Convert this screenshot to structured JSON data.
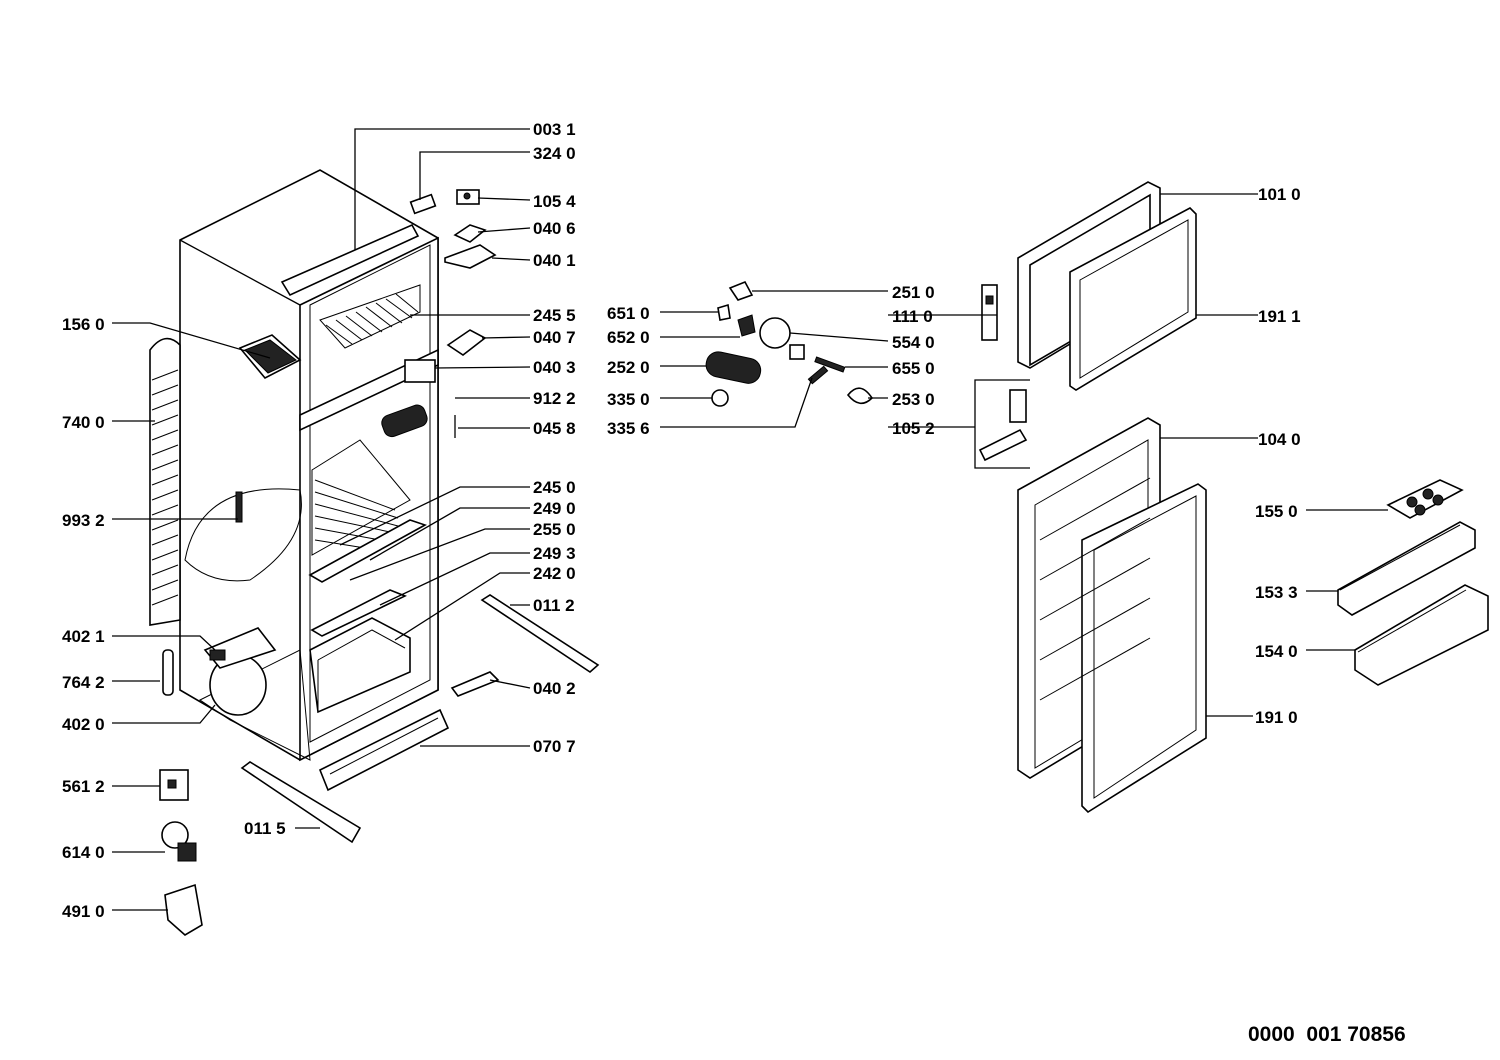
{
  "callouts": {
    "p0031": "003 1",
    "p3240": "324 0",
    "p1054": "105 4",
    "p0406": "040 6",
    "p0401": "040 1",
    "p2455": "245 5",
    "p0407": "040 7",
    "p0403": "040 3",
    "p9122": "912 2",
    "p0458": "045 8",
    "p2450": "245 0",
    "p2490": "249 0",
    "p2550": "255 0",
    "p2493": "249 3",
    "p2420": "242 0",
    "p0112": "011 2",
    "p0402": "040 2",
    "p0707": "070 7",
    "p0115": "011 5",
    "p1560": "156 0",
    "p7400": "740 0",
    "p9932": "993 2",
    "p4021": "402 1",
    "p7642": "764 2",
    "p4020": "402 0",
    "p5612": "561 2",
    "p6140": "614 0",
    "p4910": "491 0",
    "p6510": "651 0",
    "p6520": "652 0",
    "p2520": "252 0",
    "p3350": "335 0",
    "p3356": "335 6",
    "p2510": "251 0",
    "p1110": "111 0",
    "p5540": "554 0",
    "p6550": "655 0",
    "p2530": "253 0",
    "p1052": "105 2",
    "p1010": "101 0",
    "p1911": "191 1",
    "p1040": "104 0",
    "p1550": "155 0",
    "p1533": "153 3",
    "p1540": "154 0",
    "p1910": "191 0"
  },
  "document_number": "0000  001 70856"
}
